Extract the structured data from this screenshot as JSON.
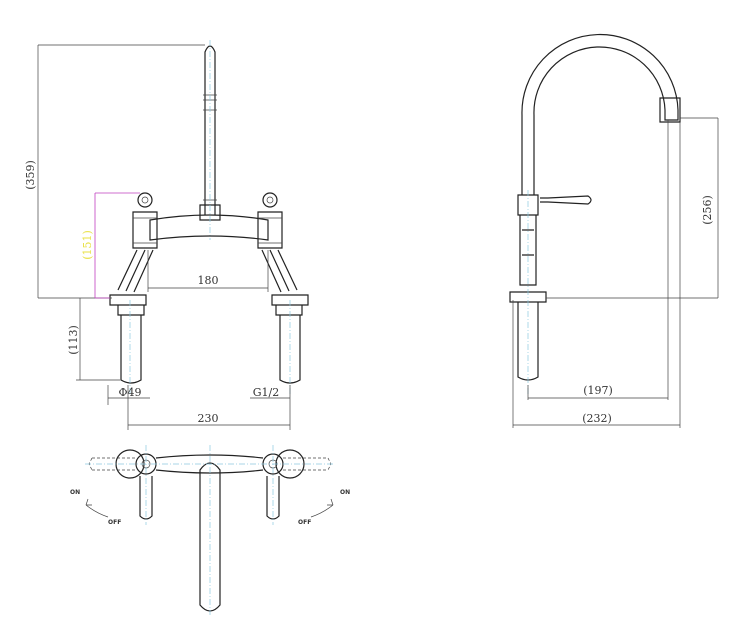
{
  "drawing": {
    "front_view": {
      "dim_total_height": "(359)",
      "dim_valve_height": "(151)",
      "dim_tail_length": "(113)",
      "dim_centres": "180",
      "dim_flange_dia": "Φ49",
      "dim_thread": "G1/2",
      "dim_overall_width": "230"
    },
    "side_view": {
      "dim_spout_height": "(256)",
      "dim_reach": "(197)",
      "dim_overall_depth": "(232)"
    },
    "top_view": {
      "left_on": "ON",
      "left_off": "OFF",
      "right_on": "ON",
      "right_off": "OFF"
    }
  },
  "colors": {
    "valve_dim": "#c040c0",
    "valve_dim_text": "#e8e040",
    "line": "#222222",
    "centerline": "#8cc8e0"
  }
}
